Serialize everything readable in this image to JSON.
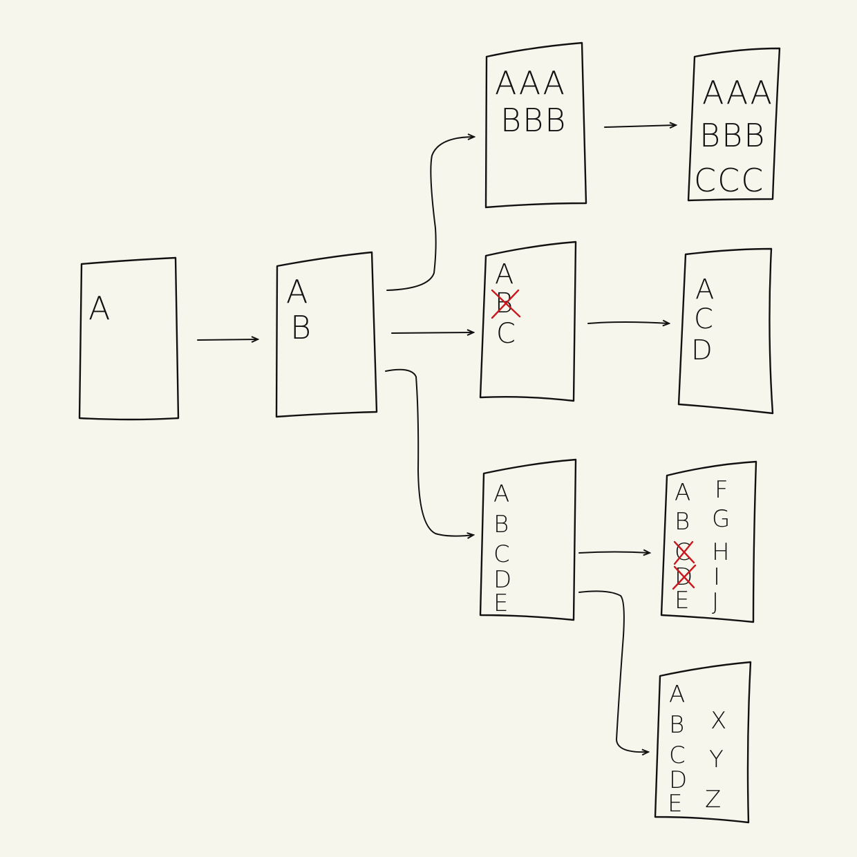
{
  "colors": {
    "background": "#f7f6ec",
    "ink": "#111111",
    "strike": "#c8181e"
  },
  "boxes": {
    "b1": {
      "lines": [
        "A"
      ]
    },
    "b2": {
      "lines": [
        "A",
        "B"
      ]
    },
    "top": {
      "lines": [
        "AAA",
        "BBB"
      ]
    },
    "top_right": {
      "lines": [
        "AAA",
        "BBB",
        "CCC"
      ]
    },
    "mid": {
      "lines": [
        "A",
        "B",
        "C"
      ],
      "crossed": [
        "B"
      ]
    },
    "mid_right": {
      "lines": [
        "A",
        "C",
        "D"
      ]
    },
    "low": {
      "lines": [
        "A",
        "B",
        "C",
        "D",
        "E"
      ]
    },
    "low_right": {
      "left": [
        "A",
        "B",
        "C",
        "D",
        "E"
      ],
      "right": [
        "F",
        "G",
        "H",
        "I",
        "J"
      ],
      "crossed": [
        "C",
        "D"
      ]
    },
    "bottom": {
      "left": [
        "A",
        "B",
        "C",
        "D",
        "E"
      ],
      "right": [
        "X",
        "Y",
        "Z"
      ]
    }
  }
}
